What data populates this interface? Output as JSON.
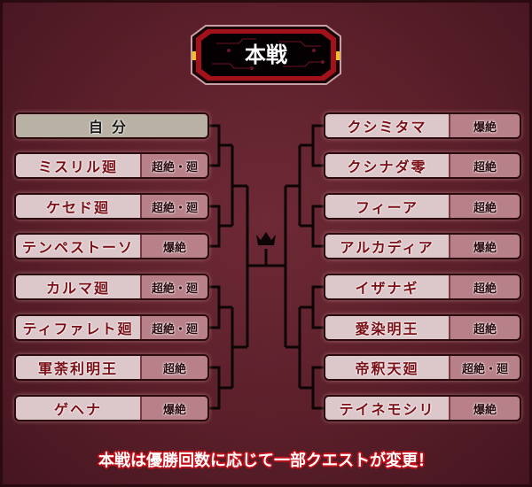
{
  "title": "本戦",
  "colors": {
    "background": "#5a1f2a",
    "name_cell": "#dcc8cb",
    "badge_cell": "#b88088",
    "self_cell": "#b9b2a4",
    "accent_red": "#c0101a"
  },
  "left_bracket": [
    {
      "name": "自分",
      "badge": ""
    },
    {
      "name": "ミスリル廻",
      "badge": "超絶・廻"
    },
    {
      "name": "ケセド廻",
      "badge": "超絶・廻"
    },
    {
      "name": "テンペストーソ",
      "badge": "爆絶"
    },
    {
      "name": "カルマ廻",
      "badge": "超絶・廻"
    },
    {
      "name": "ティファレト廻",
      "badge": "超絶・廻"
    },
    {
      "name": "軍荼利明王",
      "badge": "超絶"
    },
    {
      "name": "ゲヘナ",
      "badge": "爆絶"
    }
  ],
  "right_bracket": [
    {
      "name": "クシミタマ",
      "badge": "爆絶"
    },
    {
      "name": "クシナダ零",
      "badge": "超絶"
    },
    {
      "name": "フィーア",
      "badge": "超絶"
    },
    {
      "name": "アルカディア",
      "badge": "爆絶"
    },
    {
      "name": "イザナギ",
      "badge": "超絶"
    },
    {
      "name": "愛染明王",
      "badge": "超絶"
    },
    {
      "name": "帝釈天廻",
      "badge": "超絶・廻"
    },
    {
      "name": "テイネモシリ",
      "badge": "爆絶"
    }
  ],
  "center_icon": "crown-icon",
  "footer_note": "本戦は優勝回数に応じて一部クエストが変更！"
}
